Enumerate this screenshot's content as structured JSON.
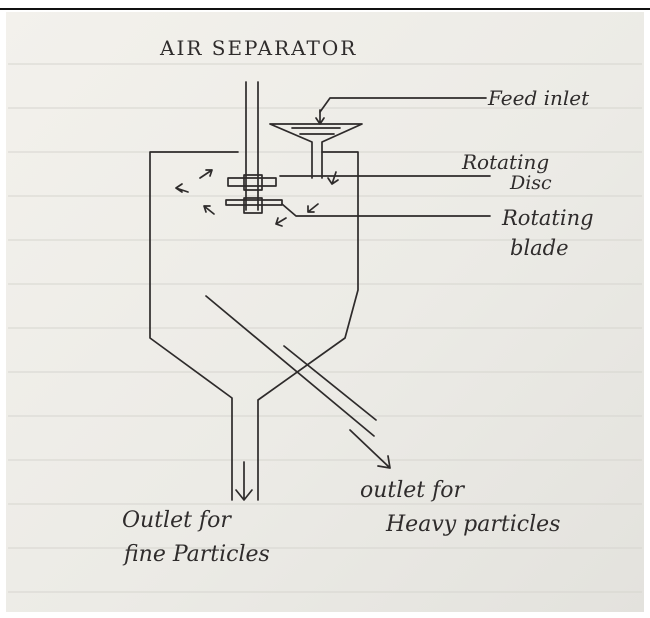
{
  "title": "AIR SEPARATOR",
  "labels": {
    "feed_inlet": "Feed inlet",
    "rotating_disc_line1": "Rotating",
    "rotating_disc_line2": "Disc",
    "rotating_blade_line1": "Rotating",
    "rotating_blade_line2": "blade",
    "outlet_fine_line1": "Outlet for",
    "outlet_fine_line2": "fine Particles",
    "outlet_heavy_line1": "outlet for",
    "outlet_heavy_line2": "Heavy particles"
  }
}
